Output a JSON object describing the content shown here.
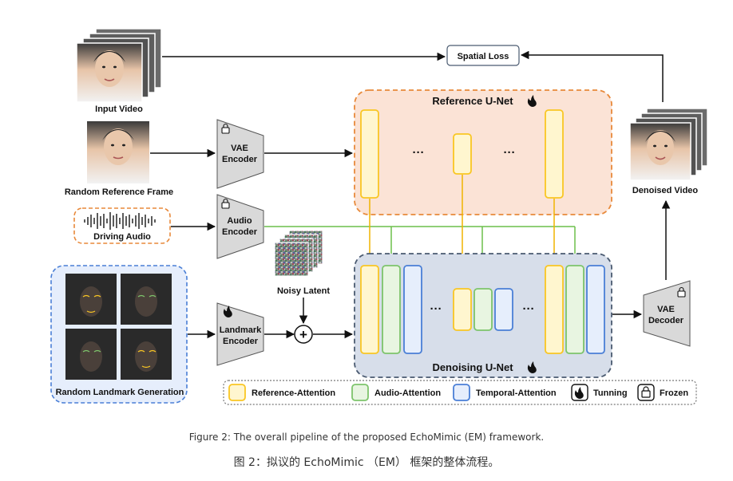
{
  "labels": {
    "input_video": "Input Video",
    "spatial_loss": "Spatial Loss",
    "reference_unet": "Reference U-Net",
    "random_reference_frame": "Random Reference Frame",
    "vae_encoder": [
      "VAE",
      "Encoder"
    ],
    "audio_encoder": [
      "Audio",
      "Encoder"
    ],
    "driving_audio": "Driving Audio",
    "noisy_latent": "Noisy Latent",
    "landmark_encoder": [
      "Landmark",
      "Encoder"
    ],
    "random_landmark_generation": "Random Landmark Generation",
    "denoising_unet": "Denoising U-Net",
    "vae_decoder": [
      "VAE",
      "Decoder"
    ],
    "denoised_video": "Denoised Video",
    "ellipsis": "···",
    "plus": "+"
  },
  "legend": [
    {
      "label": "Reference-Attention",
      "color": "#f9c623",
      "fill": "#fff6cf"
    },
    {
      "label": "Audio-Attention",
      "color": "#7dc46b",
      "fill": "#e8f5e1"
    },
    {
      "label": "Temporal-Attention",
      "color": "#4a7fd6",
      "fill": "#e6eefc"
    },
    {
      "label": "Tunning",
      "icon": "flame-icon"
    },
    {
      "label": "Frozen",
      "icon": "lock-icon"
    }
  ],
  "caption_en": "Figure 2: The overall pipeline of the proposed EchoMimic (EM) framework.",
  "caption_zh": "图 2：拟议的 EchoMimic （EM） 框架的整体流程。",
  "colors": {
    "ref_attn": "#f9c623",
    "audio_attn": "#7dc46b",
    "temporal_attn": "#4a7fd6",
    "ref_unet_bg": "#fbe3d6",
    "ref_unet_border": "#e8893a",
    "denoise_bg": "#d7deea",
    "denoise_border": "#4a5a70",
    "landmark_border": "#4a7fd6",
    "audio_border": "#e8893a",
    "encoder_fill": "#d9d9d9",
    "audio_arrow": "#6cbf4a"
  }
}
